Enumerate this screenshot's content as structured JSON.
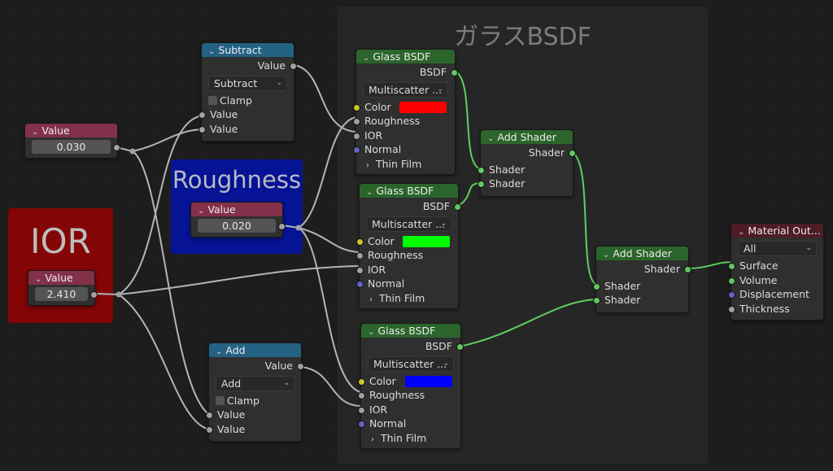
{
  "frames": {
    "glass": {
      "label": "ガラスBSDF",
      "color": "#262626"
    },
    "roughness": {
      "label": "Roughness",
      "color": "#051394"
    },
    "ior": {
      "label": "IOR",
      "color": "#830505"
    }
  },
  "nodes": {
    "value_a": {
      "title": "Value",
      "value": "0.030"
    },
    "value_roughness": {
      "title": "Value",
      "value": "0.020"
    },
    "value_ior": {
      "title": "Value",
      "value": "2.410"
    },
    "subtract": {
      "title": "Subtract",
      "output": "Value",
      "operation": "Subtract",
      "clamp": "Clamp",
      "inputs": [
        "Value",
        "Value"
      ]
    },
    "add": {
      "title": "Add",
      "output": "Value",
      "operation": "Add",
      "clamp": "Clamp",
      "inputs": [
        "Value",
        "Value"
      ]
    },
    "glass1": {
      "title": "Glass BSDF",
      "output": "BSDF",
      "distribution": "Multiscatter ...",
      "inputs": [
        "Color",
        "Roughness",
        "IOR",
        "Normal"
      ],
      "panel": "Thin Film",
      "color_value": "#ff0000"
    },
    "glass2": {
      "title": "Glass BSDF",
      "output": "BSDF",
      "distribution": "Multiscatter ...",
      "inputs": [
        "Color",
        "Roughness",
        "IOR",
        "Normal"
      ],
      "panel": "Thin Film",
      "color_value": "#00ff00"
    },
    "glass3": {
      "title": "Glass BSDF",
      "output": "BSDF",
      "distribution": "Multiscatter ...",
      "inputs": [
        "Color",
        "Roughness",
        "IOR",
        "Normal"
      ],
      "panel": "Thin Film",
      "color_value": "#0000ff"
    },
    "add_shader1": {
      "title": "Add Shader",
      "output": "Shader",
      "inputs": [
        "Shader",
        "Shader"
      ]
    },
    "add_shader2": {
      "title": "Add Shader",
      "output": "Shader",
      "inputs": [
        "Shader",
        "Shader"
      ]
    },
    "material_output": {
      "title": "Material Out...",
      "target": "All",
      "inputs": [
        "Surface",
        "Volume",
        "Displacement",
        "Thickness"
      ]
    }
  },
  "icons": {
    "collapse": "⌄",
    "expand": "›",
    "dropdown": "⌄"
  },
  "wire_colors": {
    "float": "#b5b5b5",
    "shader": "#5fcf5f"
  }
}
